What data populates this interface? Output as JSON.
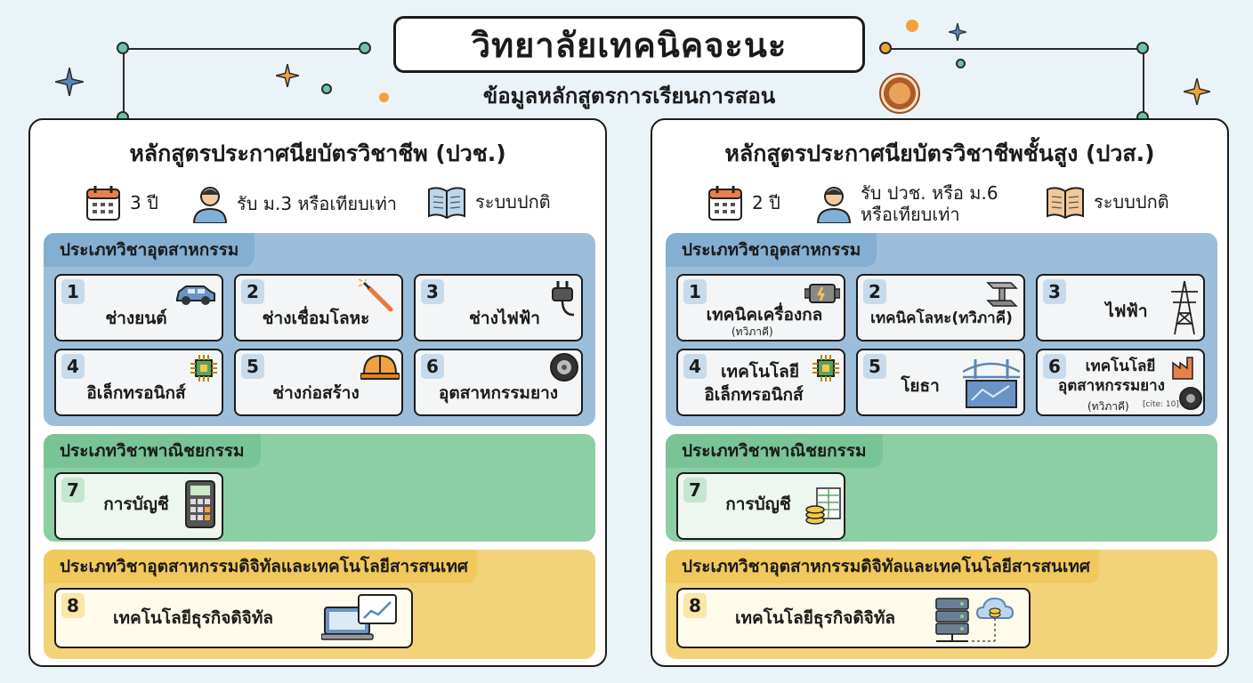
{
  "header": {
    "title": "วิทยาลัยเทคนิคจะนะ",
    "subtitle": "ข้อมูลหลักสูตรการเรียนการสอน"
  },
  "colors": {
    "industrial": "#9cbedb",
    "commerce": "#8ccfa5",
    "digital": "#f3d37a",
    "accent_teal": "#6cc3a7",
    "accent_orange": "#f2a23c"
  },
  "left": {
    "title": "หลักสูตรประกาศนียบัตรวิชาชีพ (ปวช.)",
    "duration": "3 ปี",
    "admission": "รับ ม.3 หรือเทียบเท่า",
    "system": "ระบบปกติ",
    "industrial": {
      "label": "ประเภทวิชาอุตสาหกรรม",
      "items": [
        {
          "num": "1",
          "label": "ช่างยนต์",
          "icon": "car-icon"
        },
        {
          "num": "2",
          "label": "ช่างเชื่อมโลหะ",
          "icon": "welding-torch-icon"
        },
        {
          "num": "3",
          "label": "ช่างไฟฟ้า",
          "icon": "plug-icon"
        },
        {
          "num": "4",
          "label": "อิเล็กทรอนิกส์",
          "icon": "microchip-icon"
        },
        {
          "num": "5",
          "label": "ช่างก่อสร้าง",
          "icon": "hard-hat-icon"
        },
        {
          "num": "6",
          "label": "อุตสาหกรรมยาง",
          "icon": "tire-icon"
        }
      ]
    },
    "commerce": {
      "label": "ประเภทวิชาพาณิชยกรรม",
      "items": [
        {
          "num": "7",
          "label": "การบัญชี",
          "icon": "calculator-icon"
        }
      ]
    },
    "digital": {
      "label": "ประเภทวิชาอุตสาหกรรมดิจิทัลและเทคโนโลยีสารสนเทศ",
      "items": [
        {
          "num": "8",
          "label": "เทคโนโลยีธุรกิจดิจิทัล",
          "icon": "laptop-chart-icon"
        }
      ]
    }
  },
  "right": {
    "title": "หลักสูตรประกาศนียบัตรวิชาชีพชั้นสูง (ปวส.)",
    "duration": "2 ปี",
    "admission_line1": "รับ ปวช. หรือ ม.6",
    "admission_line2": "หรือเทียบเท่า",
    "system": "ระบบปกติ",
    "industrial": {
      "label": "ประเภทวิชาอุตสาหกรรม",
      "items": [
        {
          "num": "1",
          "label": "เทคนิคเครื่องกล",
          "sub": "(ทวิภาคี)",
          "icon": "engine-icon"
        },
        {
          "num": "2",
          "label": "เทคนิคโลหะ(ทวิภาคี)",
          "icon": "steel-beam-icon"
        },
        {
          "num": "3",
          "label": "ไฟฟ้า",
          "icon": "power-tower-icon"
        },
        {
          "num": "4",
          "label": "เทคโนโลยี",
          "label2": "อิเล็กทรอนิกส์",
          "icon": "microchip-icon"
        },
        {
          "num": "5",
          "label": "โยธา",
          "icon": "bridge-blueprint-icon"
        },
        {
          "num": "6",
          "label": "เทคโนโลยี",
          "label2": "อุตสาหกรรมยาง",
          "sub": "(ทวิภาคี)",
          "cite": "[cite: 10]",
          "icon": "factory-tire-icon"
        }
      ]
    },
    "commerce": {
      "label": "ประเภทวิชาพาณิชยกรรม",
      "items": [
        {
          "num": "7",
          "label": "การบัญชี",
          "icon": "spreadsheet-coins-icon"
        }
      ]
    },
    "digital": {
      "label": "ประเภทวิชาอุตสาหกรรมดิจิทัลและเทคโนโลยีสารสนเทศ",
      "items": [
        {
          "num": "8",
          "label": "เทคโนโลยีธุรกิจดิจิทัล",
          "icon": "server-cloud-icon"
        }
      ]
    }
  }
}
